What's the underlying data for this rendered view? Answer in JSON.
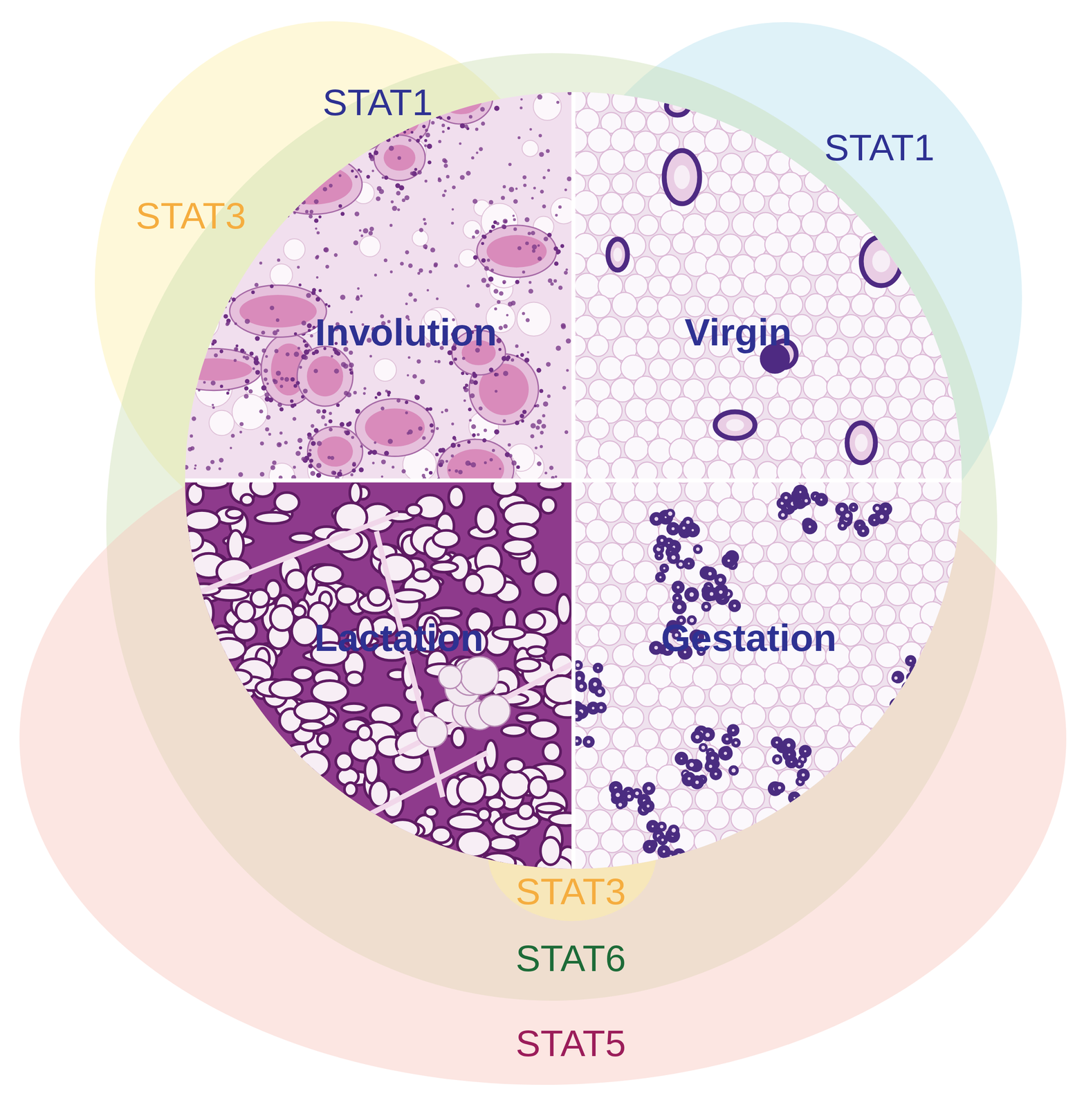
{
  "diagram": {
    "nodes": [
      {
        "text": [
          "Involution"
        ]
      },
      {
        "text": [
          "Virgin"
        ]
      },
      {
        "text": [
          "Lactation"
        ]
      },
      {
        "text": [
          "Gestation"
        ]
      }
    ],
    "labels": [
      "STAT1",
      "STAT1",
      "STAT3",
      "STAT3",
      "STAT6",
      "STAT5"
    ]
  }
}
